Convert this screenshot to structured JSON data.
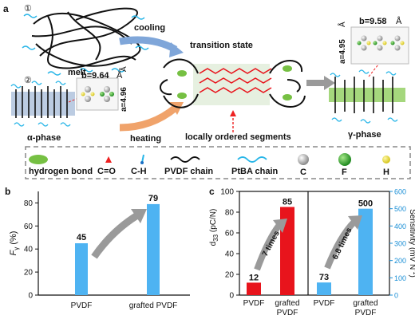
{
  "panel_a": {
    "label": "a",
    "step1": "①",
    "step2": "②",
    "melt": "melt",
    "cooling": "cooling",
    "heating": "heating",
    "transition_state": "transition state",
    "locally_ordered": "locally ordered segments",
    "alpha_phase": "α-phase",
    "gamma_phase": "γ-phase",
    "alpha_b": "b=9.64",
    "alpha_a": "a=4.96",
    "gamma_b": "b=9.58",
    "gamma_a": "a=4.95",
    "angstrom": "Å"
  },
  "legend": {
    "hydrogen_bond": "hydrogen bond",
    "co": "C=O",
    "ch": "C-H",
    "pvdf_chain": "PVDF chain",
    "ptba_chain": "PtBA chain",
    "c": "C",
    "f": "F",
    "h": "H"
  },
  "colors": {
    "bar_blue": "#4eb3f2",
    "bar_red": "#e8141c",
    "arrow_blue": "#7fa6d9",
    "arrow_orange": "#f0a36b",
    "hbond_green": "#76c043",
    "ptba_cyan": "#29b6e8"
  },
  "chart_data": [
    {
      "type": "bar",
      "panel": "b",
      "categories": [
        "PVDF",
        "grafted PVDF"
      ],
      "values": [
        45,
        79
      ],
      "data_labels": [
        "45",
        "79"
      ],
      "ylabel_main": "F",
      "ylabel_sub": "γ",
      "ylabel_unit": "(%)",
      "ylim": [
        0,
        90
      ],
      "yticks": [
        "0",
        "20",
        "40",
        "60",
        "80"
      ]
    },
    {
      "type": "bar",
      "panel": "c",
      "left": {
        "categories": [
          "PVDF",
          "grafted PVDF"
        ],
        "values": [
          12,
          85
        ],
        "data_labels": [
          "12",
          "85"
        ],
        "ylabel_main": "d",
        "ylabel_sub": "33",
        "ylabel_unit": "(pC/N)",
        "ylim": [
          0,
          100
        ],
        "yticks": [
          "0",
          "20",
          "40",
          "60",
          "80",
          "100"
        ],
        "annotation": "7 times"
      },
      "right": {
        "categories": [
          "PVDF",
          "grafted PVDF"
        ],
        "values": [
          73,
          500
        ],
        "data_labels": [
          "73",
          "500"
        ],
        "ylabel": "Sensitivity (mV N",
        "ylabel_sup": "-1",
        "ylabel_close": ")",
        "ylim": [
          0,
          600
        ],
        "yticks": [
          "0",
          "100",
          "200",
          "300",
          "400",
          "500",
          "600"
        ],
        "annotation": "6.8 times"
      }
    }
  ]
}
